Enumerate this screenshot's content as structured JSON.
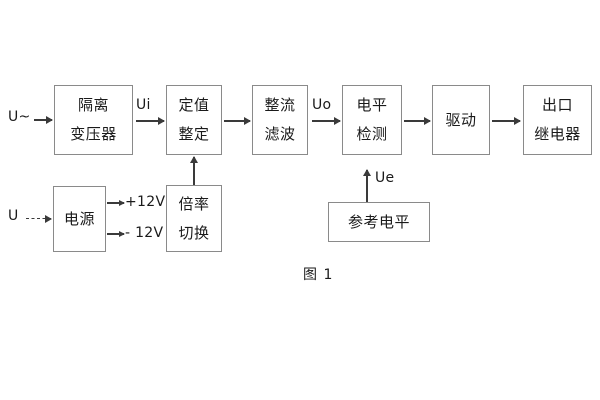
{
  "diagram": {
    "caption": "图 1",
    "blocks": [
      {
        "id": "isolation-transformer",
        "lines": [
          "隔离",
          "变压器"
        ]
      },
      {
        "id": "setting-value",
        "lines": [
          "定值",
          "整定"
        ]
      },
      {
        "id": "rectify-filter",
        "lines": [
          "整流",
          "滤波"
        ]
      },
      {
        "id": "level-detection",
        "lines": [
          "电平",
          "检测"
        ]
      },
      {
        "id": "drive",
        "lines": [
          "驱动"
        ]
      },
      {
        "id": "output-relay",
        "lines": [
          "出口",
          "继电器"
        ]
      },
      {
        "id": "power-supply",
        "lines": [
          "电源"
        ]
      },
      {
        "id": "multiplier-switch",
        "lines": [
          "倍率",
          "切换"
        ]
      },
      {
        "id": "reference-level",
        "lines": [
          "参考电平"
        ]
      }
    ],
    "signals": {
      "input_ac": "U~",
      "input_dc": "U",
      "ui": "Ui",
      "uo": "Uo",
      "ue": "Ue",
      "rail_positive": "+12V",
      "rail_negative": "- 12V"
    },
    "colors": {
      "box_border": "#8a8a8a",
      "arrow": "#3a3a3a",
      "text": "#1a1a1a",
      "background": "#ffffff"
    }
  }
}
